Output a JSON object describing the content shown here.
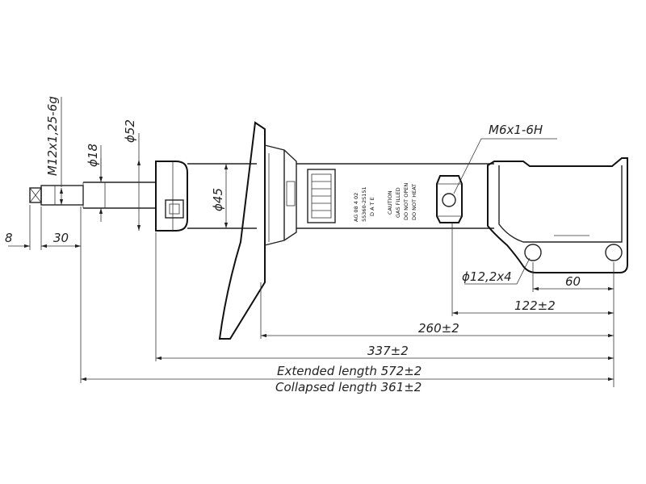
{
  "dimensions": {
    "thread_rod": "M12x1,25-6g",
    "rod_diameter": "ϕ18",
    "body_diameter": "ϕ52",
    "tube_diameter": "ϕ45",
    "top_offset": "8",
    "top_length": "30",
    "bracket_thread": "M6x1-6H",
    "bracket_holes": "ϕ12,2x4",
    "hole_spacing": "60",
    "bracket_length": "122±2",
    "spring_seat_length": "260±2",
    "body_length": "337±2",
    "extended_length": "Extended length 572±2",
    "collapsed_length": "Collapsed length 361±2"
  },
  "labels": {
    "part_line1": "AG 08 4 02",
    "part_line2": "55360-2S151",
    "part_line3": "D A T E",
    "caution1": "CAUTION",
    "caution2": "GAS FILLED",
    "caution3": "DO NOT OPEN",
    "caution4": "DO NOT HEAT"
  }
}
